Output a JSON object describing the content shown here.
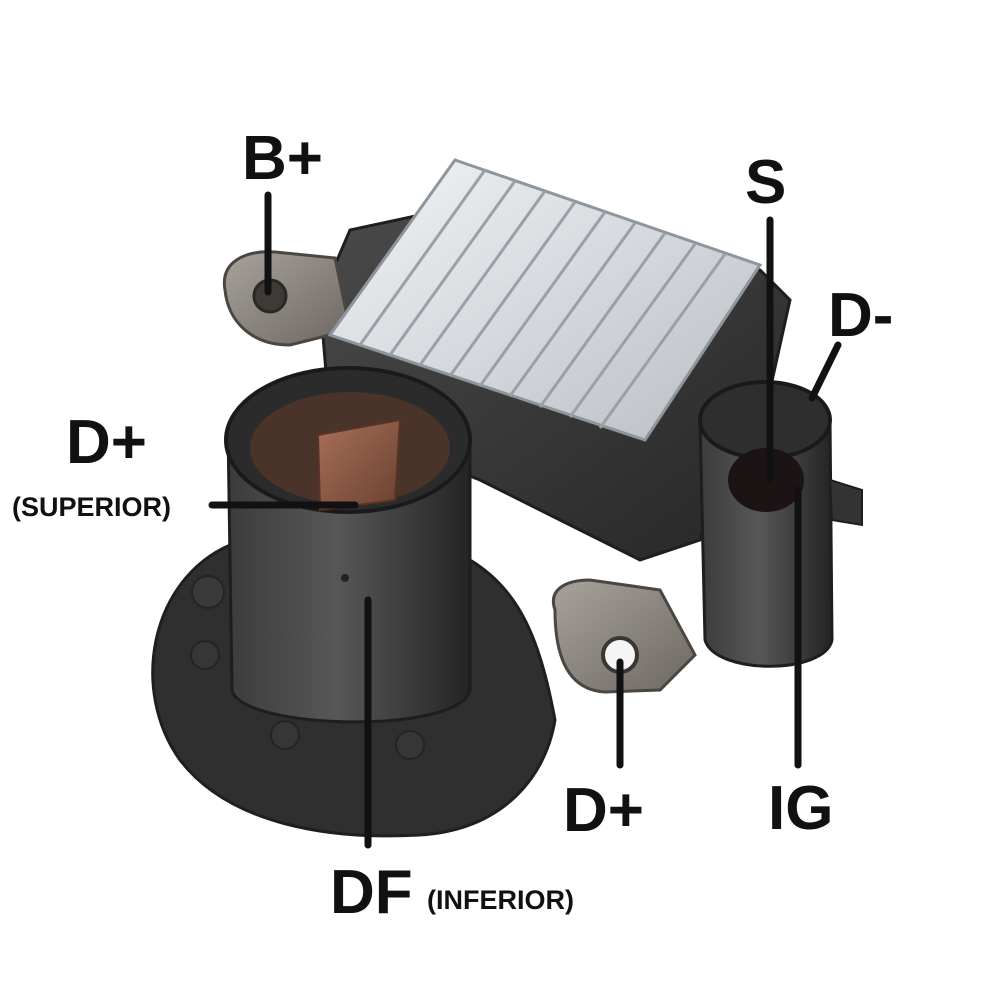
{
  "labels": {
    "b_plus": "B+",
    "s": "S",
    "d_minus": "D-",
    "d_plus_superior": "D+",
    "superior": "(SUPERIOR)",
    "d_plus_bottom": "D+",
    "ig": "IG",
    "df": "DF",
    "inferior": "(INFERIOR)"
  },
  "colors": {
    "housing": "#3a3a3a",
    "heatsink": "#d9dde2",
    "brush": "#8a5a45",
    "metal_tab": "#8c8680",
    "leader_line": "#111111"
  }
}
